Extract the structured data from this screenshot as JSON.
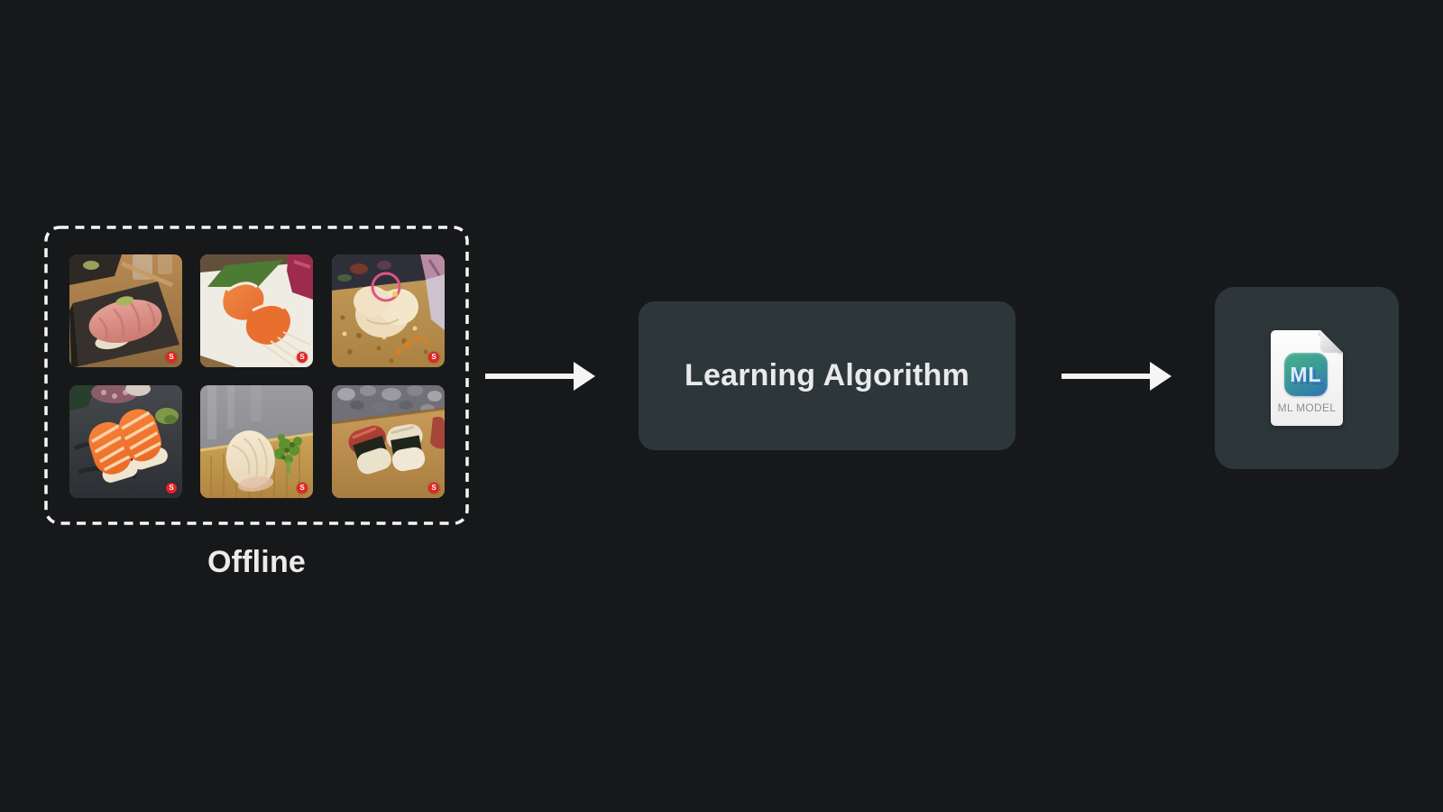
{
  "canvas": {
    "background_color": "#17181a",
    "panel_color": "#2d373a",
    "accent_color": "#f5f5f5"
  },
  "dataset": {
    "label": "Offline",
    "watermark": "S",
    "watermark_color": "#e32525",
    "photos": [
      {
        "name": "tuna-nigiri-on-slate-plate"
      },
      {
        "name": "salmon-sashimi-on-white-plate"
      },
      {
        "name": "scallop-sashimi-with-radish-ring"
      },
      {
        "name": "salmon-nigiri-pair-on-dark-plate"
      },
      {
        "name": "white-fish-nigiri-on-bamboo-board"
      },
      {
        "name": "nori-wrapped-nigiri-on-wood-board"
      }
    ]
  },
  "algorithm": {
    "label": "Learning Algorithm"
  },
  "model": {
    "icon_letters": "ML",
    "file_label": "ML MODEL",
    "icon_gradient_top": "#46ad8d",
    "icon_gradient_bottom": "#2e66b5"
  },
  "arrows": [
    {
      "name": "dataset-to-algorithm"
    },
    {
      "name": "algorithm-to-model"
    }
  ]
}
